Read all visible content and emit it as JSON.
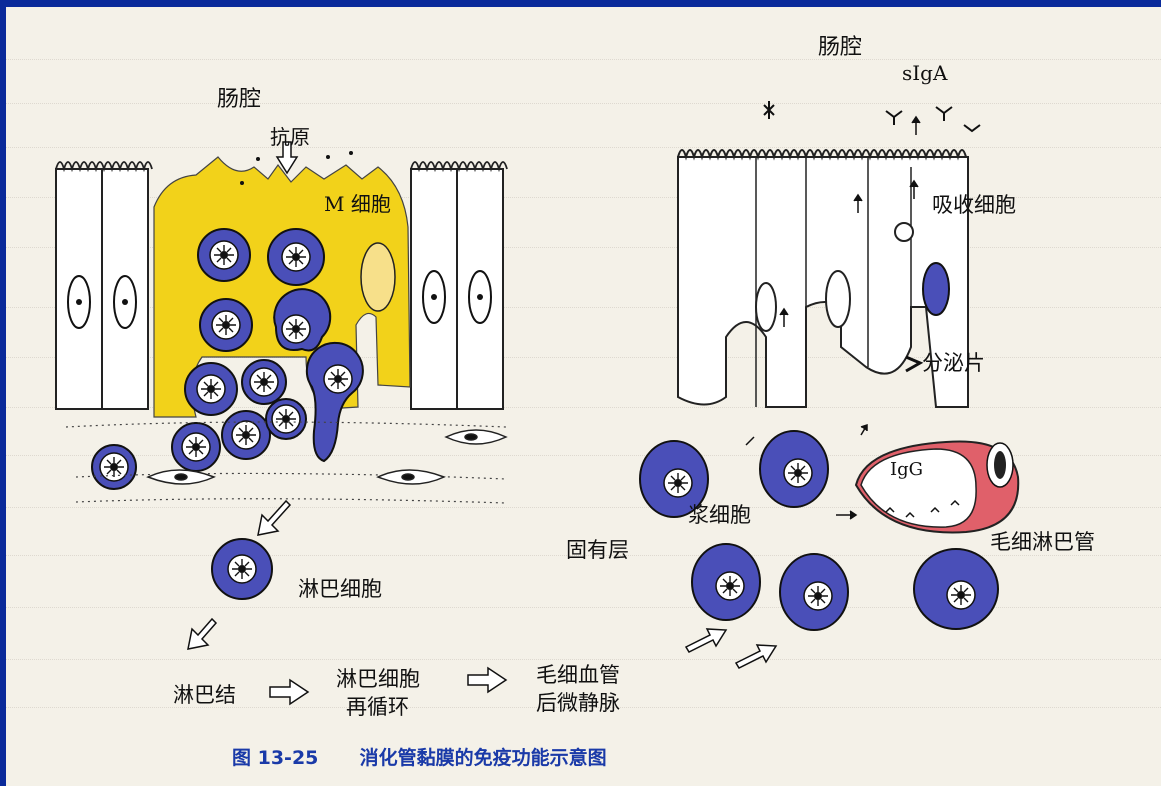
{
  "labels": {
    "lumen_left": "肠腔",
    "antigen": "抗原",
    "m_cell": "M 细胞",
    "lymphocyte": "淋巴细胞",
    "lymph_node": "淋巴结",
    "recirculation_line1": "淋巴细胞",
    "recirculation_line2": "再循环",
    "hev_line1": "毛细血管",
    "hev_line2": "后微静脉",
    "lumen_right": "肠腔",
    "siga": "sIgA",
    "absorptive_cell": "吸收细胞",
    "secretory_piece": "分泌片",
    "lamina_propria": "固有层",
    "plasma_cell": "浆细胞",
    "igg": "IgG",
    "lymphatic_capillary": "毛细淋巴管"
  },
  "caption": {
    "figure_number": "图 13-25",
    "title": "消化管黏膜的免疫功能示意图"
  },
  "colors": {
    "background_border": "#0a2a9a",
    "page": "#f4f1e8",
    "m_cell_yellow": "#f2d21a",
    "lymphocyte_blue": "#4a4fb8",
    "vessel_red": "#e0606a",
    "caption_blue": "#1a3aa8"
  }
}
